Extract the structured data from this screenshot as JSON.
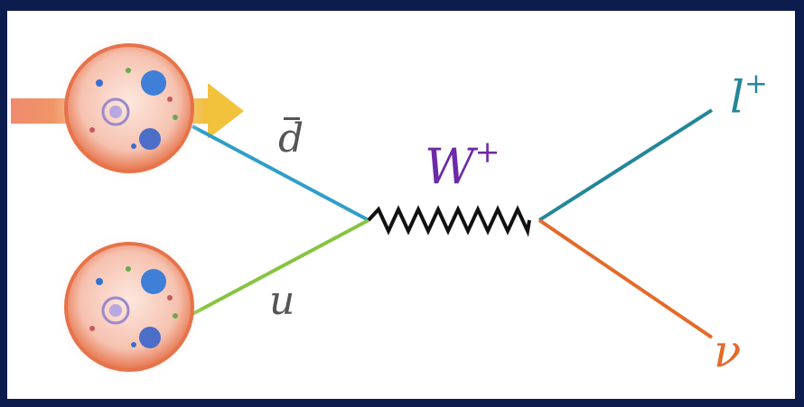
{
  "diagram": {
    "labels": {
      "antiquark": "d",
      "quark": "u",
      "boson": "W",
      "boson_charge": "+",
      "lepton": "l",
      "lepton_charge": "+",
      "neutrino": "ν"
    },
    "colors": {
      "background": "#0b1c4d",
      "antiquark_line": "#2f9ec8",
      "quark_line": "#86c440",
      "boson": "#6c2aa8",
      "lepton_line": "#24869a",
      "neutrino_line": "#e46a2a",
      "beam_arrow": "#f0b040",
      "proton_fill": "#f6c2b0",
      "proton_edge": "#e6734a"
    },
    "icons": [
      "proton-icon",
      "beam-arrow-icon"
    ]
  }
}
